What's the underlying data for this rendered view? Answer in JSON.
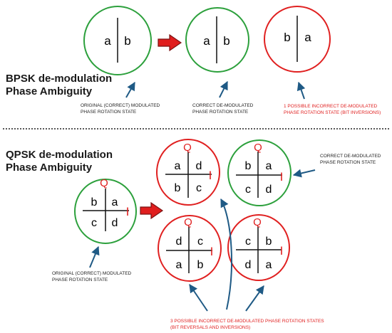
{
  "colors": {
    "correct": "#2ca03c",
    "incorrect": "#e02020",
    "arrow": "#1f5a85",
    "black": "#111111",
    "big_arrow_fill": "#e01e1e",
    "big_arrow_stroke": "#7a1212"
  },
  "bpsk": {
    "title_line1": "BPSK de-modulation",
    "title_line2": "Phase Ambiguity",
    "circles": [
      {
        "left": "a",
        "right": "b",
        "status": "original"
      },
      {
        "left": "a",
        "right": "b",
        "status": "correct"
      },
      {
        "left": "b",
        "right": "a",
        "status": "incorrect"
      }
    ],
    "caption_original": [
      "ORIGINAL (CORRECT) MODULATED",
      "PHASE ROTATION STATE"
    ],
    "caption_correct": [
      "CORRECT DE-MODULATED",
      "PHASE ROTATION STATE"
    ],
    "caption_incorrect": [
      "1 POSSIBLE INCORRECT DE-MODULATED",
      "PHASE ROTATION STATE (BIT INVERSIONS)"
    ]
  },
  "qpsk": {
    "title_line1": "QPSK de-modulation",
    "title_line2": "Phase Ambiguity",
    "axis_q": "Q",
    "axis_i": "I",
    "original": {
      "tl": "b",
      "tr": "a",
      "bl": "c",
      "br": "d"
    },
    "states": [
      {
        "tl": "a",
        "tr": "d",
        "bl": "b",
        "br": "c",
        "status": "incorrect"
      },
      {
        "tl": "b",
        "tr": "a",
        "bl": "c",
        "br": "d",
        "status": "correct"
      },
      {
        "tl": "d",
        "tr": "c",
        "bl": "a",
        "br": "b",
        "status": "incorrect"
      },
      {
        "tl": "c",
        "tr": "b",
        "bl": "d",
        "br": "a",
        "status": "incorrect"
      }
    ],
    "caption_original": [
      "ORIGINAL (CORRECT) MODULATED",
      "PHASE ROTATION STATE"
    ],
    "caption_correct": [
      "CORRECT DE-MODULATED",
      "PHASE ROTATION STATE"
    ],
    "caption_incorrect": [
      "3 POSSIBLE INCORRECT DE-MODULATED PHASE ROTATION STATES",
      "(BIT REVERSALS AND INVERSIONS)"
    ]
  }
}
